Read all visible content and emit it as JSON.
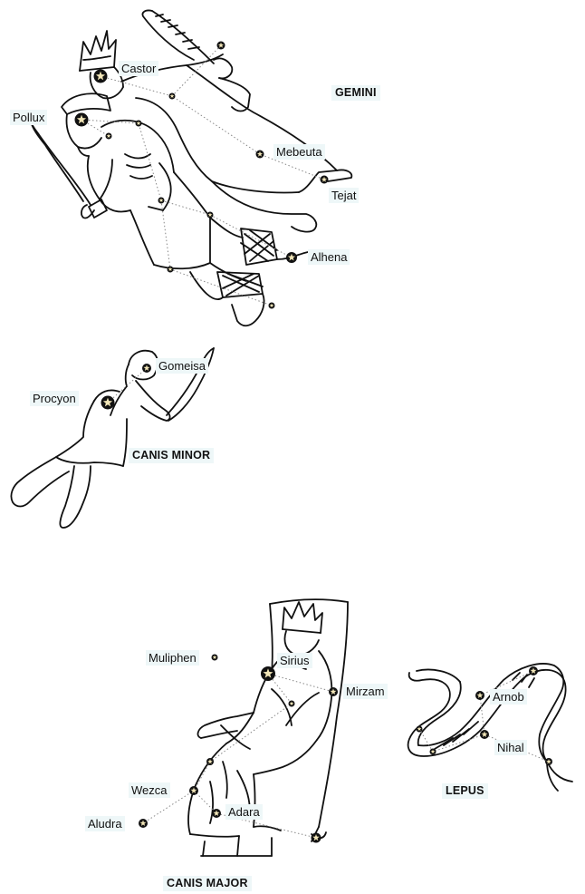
{
  "constellations": {
    "gemini": "GEMINI",
    "canis_minor": "CANIS MINOR",
    "canis_major": "CANIS MAJOR",
    "lepus": "LEPUS"
  },
  "stars": {
    "castor": "Castor",
    "pollux": "Pollux",
    "mebeuta": "Mebeuta",
    "tejat": "Tejat",
    "alhena": "Alhena",
    "gomeisa": "Gomeisa",
    "procyon": "Procyon",
    "muliphen": "Muliphen",
    "sirius": "Sirius",
    "mirzam": "Mirzam",
    "wezca": "Wezca",
    "aludra": "Aludra",
    "adara": "Adara",
    "arnob": "Arnob",
    "nihal": "Nihal"
  },
  "colors": {
    "line_art": "#111111",
    "label_background": "#eef7f8",
    "star_fill": "#f2e6b8",
    "constellation_line": "#888888"
  }
}
